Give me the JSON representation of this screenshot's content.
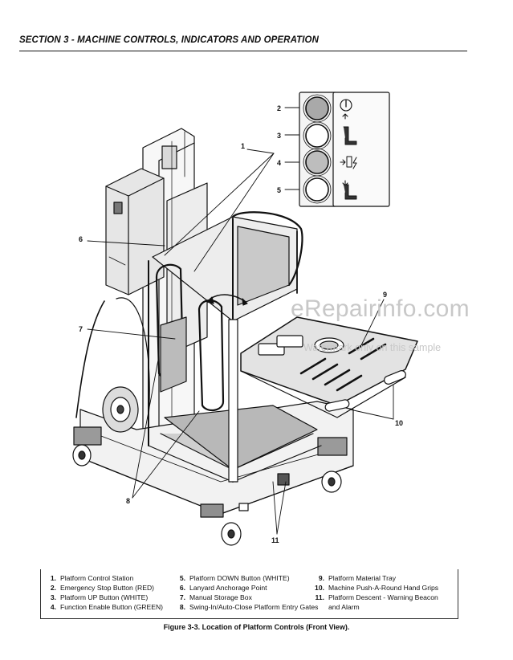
{
  "header": {
    "section_title": "SECTION 3 - MACHINE CONTROLS, INDICATORS AND OPERATION"
  },
  "watermark": {
    "site": "eRepairinfo.com",
    "note": "Watermark only on this sample"
  },
  "figure": {
    "callouts": {
      "c1": "1",
      "c2": "2",
      "c3": "3",
      "c4": "4",
      "c5": "5",
      "c6": "6",
      "c7": "7",
      "c8": "8",
      "c9": "9",
      "c10": "10",
      "c11": "11"
    }
  },
  "legend": {
    "col1": [
      {
        "num": "1.",
        "text": "Platform Control Station"
      },
      {
        "num": "2.",
        "text": "Emergency Stop Button (RED)"
      },
      {
        "num": "3.",
        "text": "Platform UP Button (WHITE)"
      },
      {
        "num": "4.",
        "text": "Function Enable Button (GREEN)"
      }
    ],
    "col2": [
      {
        "num": "5.",
        "text": "Platform DOWN Button (WHITE)"
      },
      {
        "num": "6.",
        "text": "Lanyard Anchorage Point"
      },
      {
        "num": "7.",
        "text": "Manual Storage Box"
      },
      {
        "num": "8.",
        "text": "Swing-In/Auto-Close Platform Entry Gates"
      }
    ],
    "col3": [
      {
        "num": "9.",
        "text": "Platform Material Tray"
      },
      {
        "num": "10.",
        "text": "Machine Push-A-Round Hand Grips"
      },
      {
        "num": "11.",
        "text": "Platform Descent - Warning Beacon"
      },
      {
        "num": "",
        "text": "and Alarm"
      }
    ]
  },
  "caption": "Figure 3-3.  Location of Platform Controls (Front View)."
}
